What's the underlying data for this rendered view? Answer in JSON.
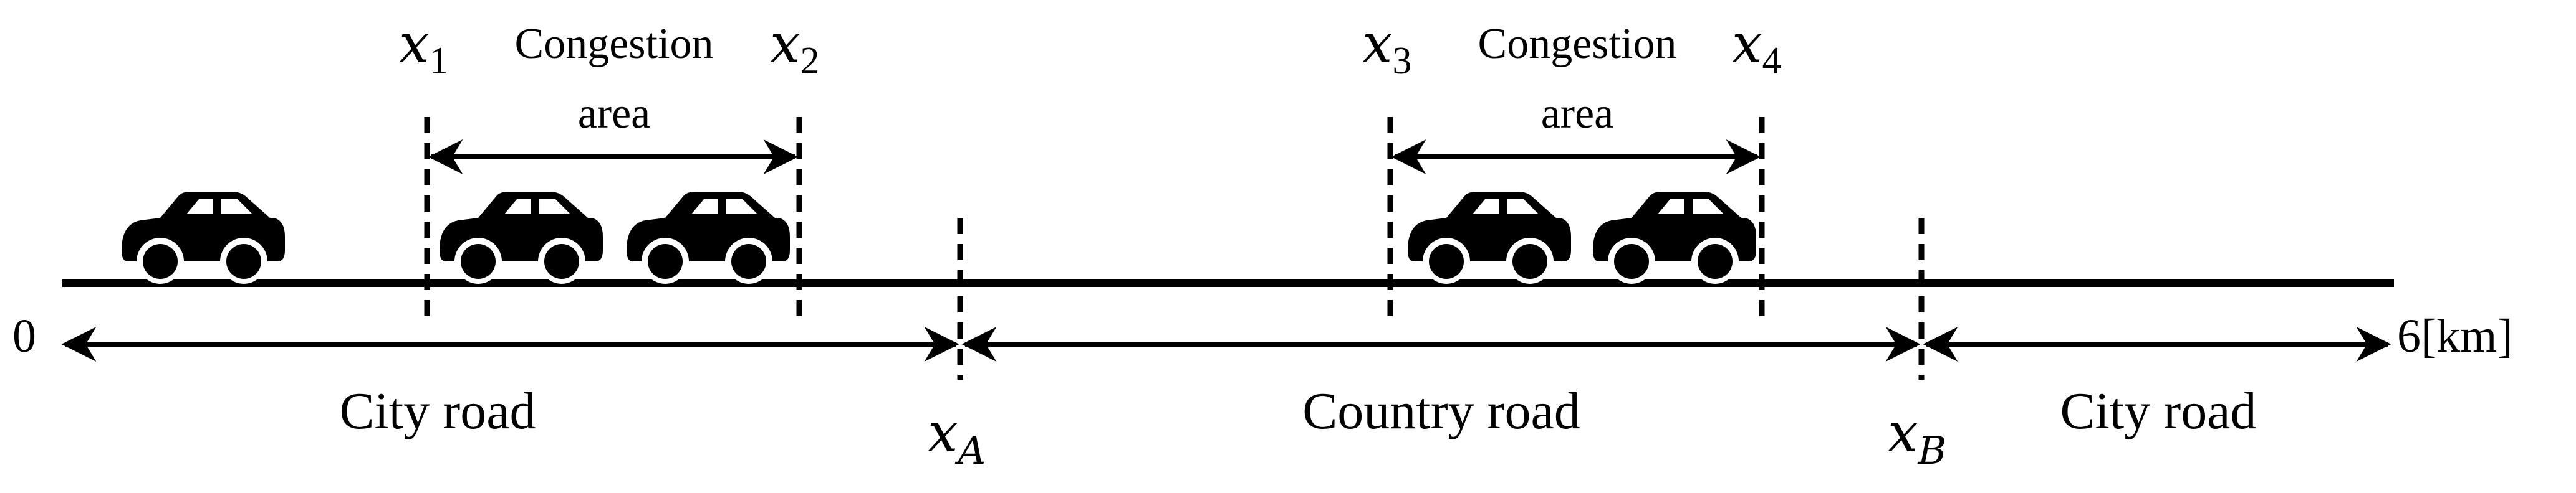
{
  "road": {
    "start_label": "0",
    "end_label": "6[km]",
    "segments": [
      {
        "name": "City road"
      },
      {
        "name": "Country road"
      },
      {
        "name": "City road"
      }
    ],
    "boundaries": [
      {
        "var": "x",
        "sub": "A"
      },
      {
        "var": "x",
        "sub": "B"
      }
    ]
  },
  "congestion_areas": [
    {
      "label_line1": "Congestion",
      "label_line2": "area",
      "left": {
        "var": "x",
        "sub": "1"
      },
      "right": {
        "var": "x",
        "sub": "2"
      }
    },
    {
      "label_line1": "Congestion",
      "label_line2": "area",
      "left": {
        "var": "x",
        "sub": "3"
      },
      "right": {
        "var": "x",
        "sub": "4"
      }
    }
  ],
  "colors": {
    "ink": "#000000",
    "background": "#ffffff"
  },
  "icons": [
    "car-icon"
  ]
}
